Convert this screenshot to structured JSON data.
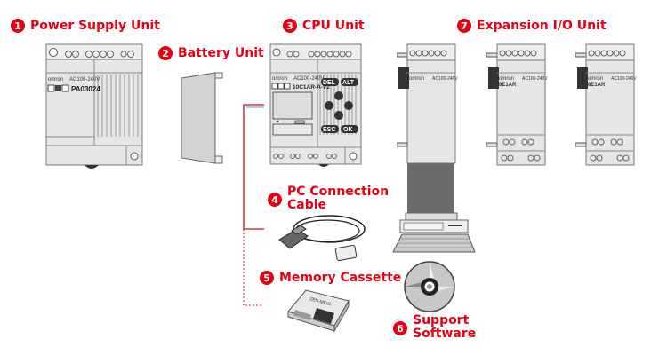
{
  "diagram": {
    "accent_color": "#e60012",
    "components": [
      {
        "number": "1",
        "label": "Power Supply Unit",
        "model": "PA03024",
        "brand": "omron",
        "voltage": "AC100-240V"
      },
      {
        "number": "2",
        "label": "Battery Unit"
      },
      {
        "number": "3",
        "label": "CPU Unit",
        "model": "10C1AR-A-V2",
        "brand": "omron",
        "voltage": "AC100-240V",
        "keys": [
          "DEL",
          "ALT",
          "ESC",
          "OK"
        ]
      },
      {
        "number": "4",
        "label": "PC Connection\nCable"
      },
      {
        "number": "5",
        "label": "Memory Cassette",
        "model": "ZEN-ME01"
      },
      {
        "number": "6",
        "label": "Support\nSoftware"
      },
      {
        "number": "7",
        "label": "Expansion I/O Unit",
        "brand": "omron",
        "voltage": "AC100-240V",
        "model": "8E1AR"
      }
    ]
  }
}
